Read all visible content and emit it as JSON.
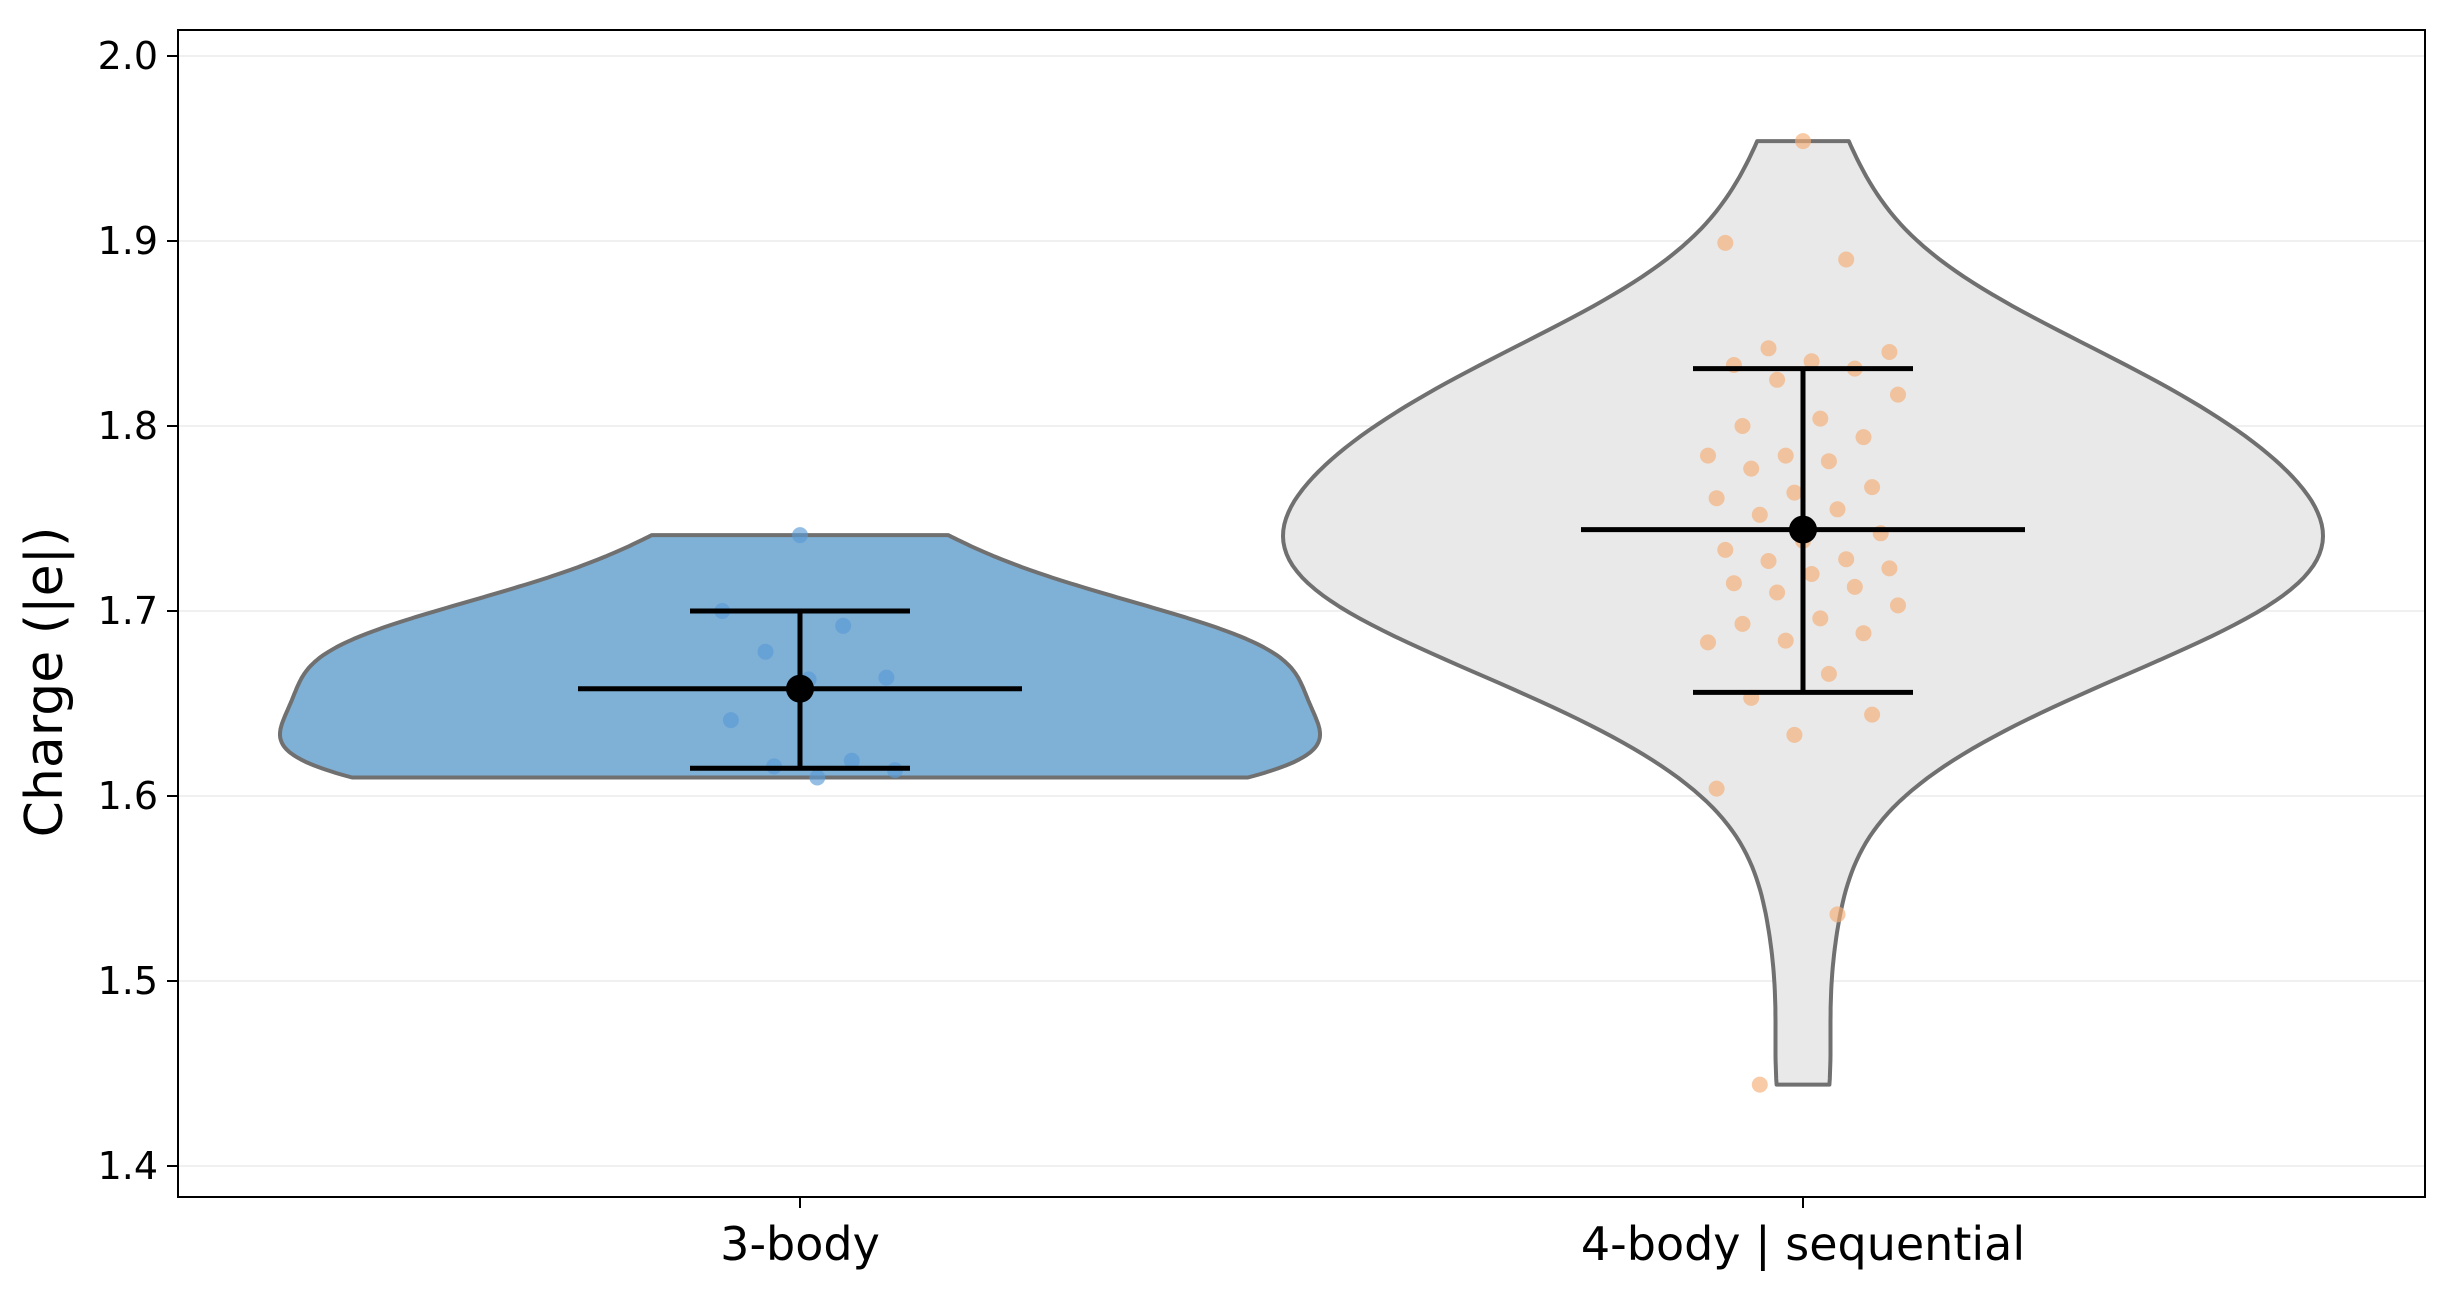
{
  "chart_data": {
    "type": "violin",
    "ylabel": "Charge (|e|)",
    "ylim": [
      1.385,
      2.015
    ],
    "yticks": [
      "1.4",
      "1.5",
      "1.6",
      "1.7",
      "1.8",
      "1.9",
      "2.0"
    ],
    "grid": true,
    "categories": [
      "3-body",
      "4-body | sequential"
    ],
    "series": [
      {
        "category": "3-body",
        "fill": "#7fb0d6",
        "point_color": "#5b9bd5",
        "mean": 1.658,
        "sd_low": 1.615,
        "sd_high": 1.7,
        "min": 1.61,
        "max": 1.741,
        "points": [
          1.741,
          1.7,
          1.692,
          1.678,
          1.664,
          1.663,
          1.641,
          1.619,
          1.616,
          1.614,
          1.61
        ]
      },
      {
        "category": "4-body | sequential",
        "fill": "#e9e9e9",
        "point_color": "#f5ad75",
        "mean": 1.744,
        "sd_low": 1.656,
        "sd_high": 1.831,
        "min": 1.444,
        "max": 1.954,
        "points": [
          1.954,
          1.899,
          1.89,
          1.842,
          1.84,
          1.835,
          1.833,
          1.831,
          1.825,
          1.817,
          1.804,
          1.8,
          1.794,
          1.784,
          1.784,
          1.781,
          1.777,
          1.767,
          1.764,
          1.761,
          1.755,
          1.752,
          1.742,
          1.738,
          1.733,
          1.728,
          1.727,
          1.723,
          1.72,
          1.715,
          1.713,
          1.71,
          1.703,
          1.696,
          1.693,
          1.688,
          1.684,
          1.683,
          1.666,
          1.653,
          1.644,
          1.633,
          1.604,
          1.536,
          1.444
        ]
      }
    ]
  }
}
